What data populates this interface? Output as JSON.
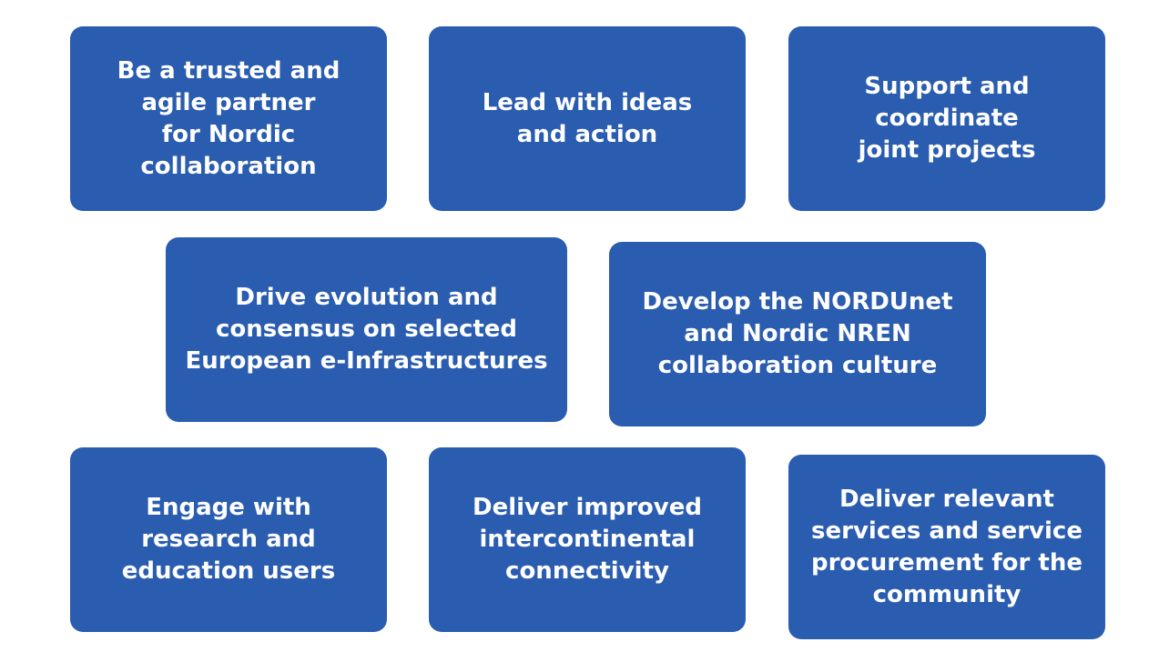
{
  "colors": {
    "box_fill": "#2a5caf",
    "box_text": "#ffffff",
    "background": "#ffffff"
  },
  "goals": [
    {
      "text": "Be a trusted and\nagile partner\nfor Nordic\ncollaboration"
    },
    {
      "text": "Lead with ideas\nand action"
    },
    {
      "text": "Support and\ncoordinate\njoint projects"
    },
    {
      "text": "Drive evolution and\nconsensus on selected\nEuropean e-Infrastructures"
    },
    {
      "text": "Develop the NORDUnet\nand Nordic NREN\ncollaboration culture"
    },
    {
      "text": "Engage with\nresearch and\neducation users"
    },
    {
      "text": "Deliver improved\nintercontinental\nconnectivity"
    },
    {
      "text": "Deliver relevant\nservices and service\nprocurement for the\ncommunity"
    }
  ]
}
